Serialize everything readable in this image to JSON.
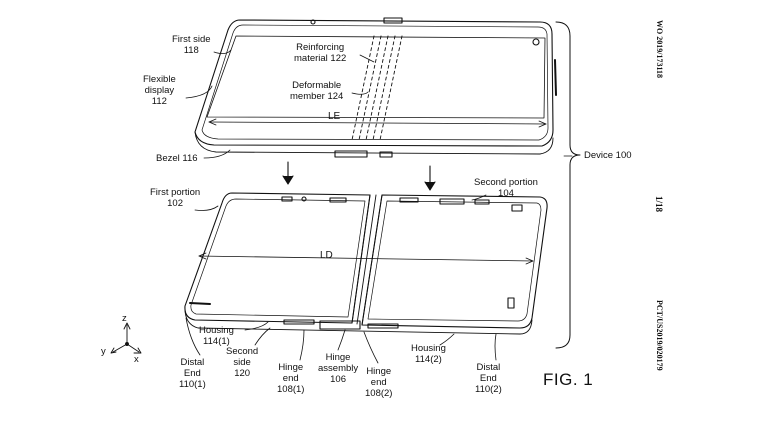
{
  "labels": {
    "first_side": [
      "First side",
      "118"
    ],
    "flexible_display": [
      "Flexible",
      "display",
      "112"
    ],
    "bezel": "Bezel 116",
    "reinforcing": [
      "Reinforcing",
      "material 122"
    ],
    "deformable": [
      "Deformable",
      "member 124"
    ],
    "length_extended": "LE",
    "device": "Device 100",
    "first_portion": [
      "First portion",
      "102"
    ],
    "second_portion": [
      "Second portion",
      "104"
    ],
    "length_display": "LD",
    "housing_1": [
      "Housing",
      "114(1)"
    ],
    "distal_end_1": [
      "Distal",
      "End",
      "110(1)"
    ],
    "second_side": [
      "Second",
      "side",
      "120"
    ],
    "hinge_end_1": [
      "Hinge",
      "end",
      "108(1)"
    ],
    "hinge_assembly": [
      "Hinge",
      "assembly",
      "106"
    ],
    "hinge_end_2": [
      "Hinge",
      "end",
      "108(2)"
    ],
    "housing_2": [
      "Housing",
      "114(2)"
    ],
    "distal_end_2": [
      "Distal",
      "End",
      "110(2)"
    ],
    "axis_z": "z",
    "axis_y": "y",
    "axis_x": "x"
  },
  "figure_label": "FIG. 1",
  "margin_text": {
    "wo_number": "WO 2019/173118",
    "sheet": "1/18",
    "pct_number": "PCT/US2019/020179"
  }
}
